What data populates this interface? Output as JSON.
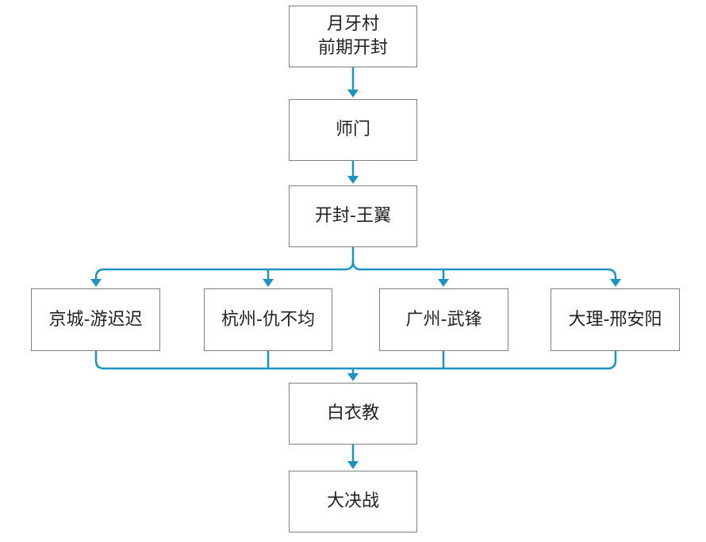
{
  "diagram": {
    "accent_color": "#1a94c4",
    "nodes": {
      "moon_village": {
        "line1": "月牙村",
        "line2": "前期开封"
      },
      "master": "师门",
      "kaifeng": "开封-王翼",
      "jingcheng": "京城-游迟迟",
      "hangzhou": "杭州-仇不均",
      "guangzhou": "广州-武锋",
      "dali": "大理-邢安阳",
      "baiyi": "白衣教",
      "final": "大决战"
    }
  }
}
